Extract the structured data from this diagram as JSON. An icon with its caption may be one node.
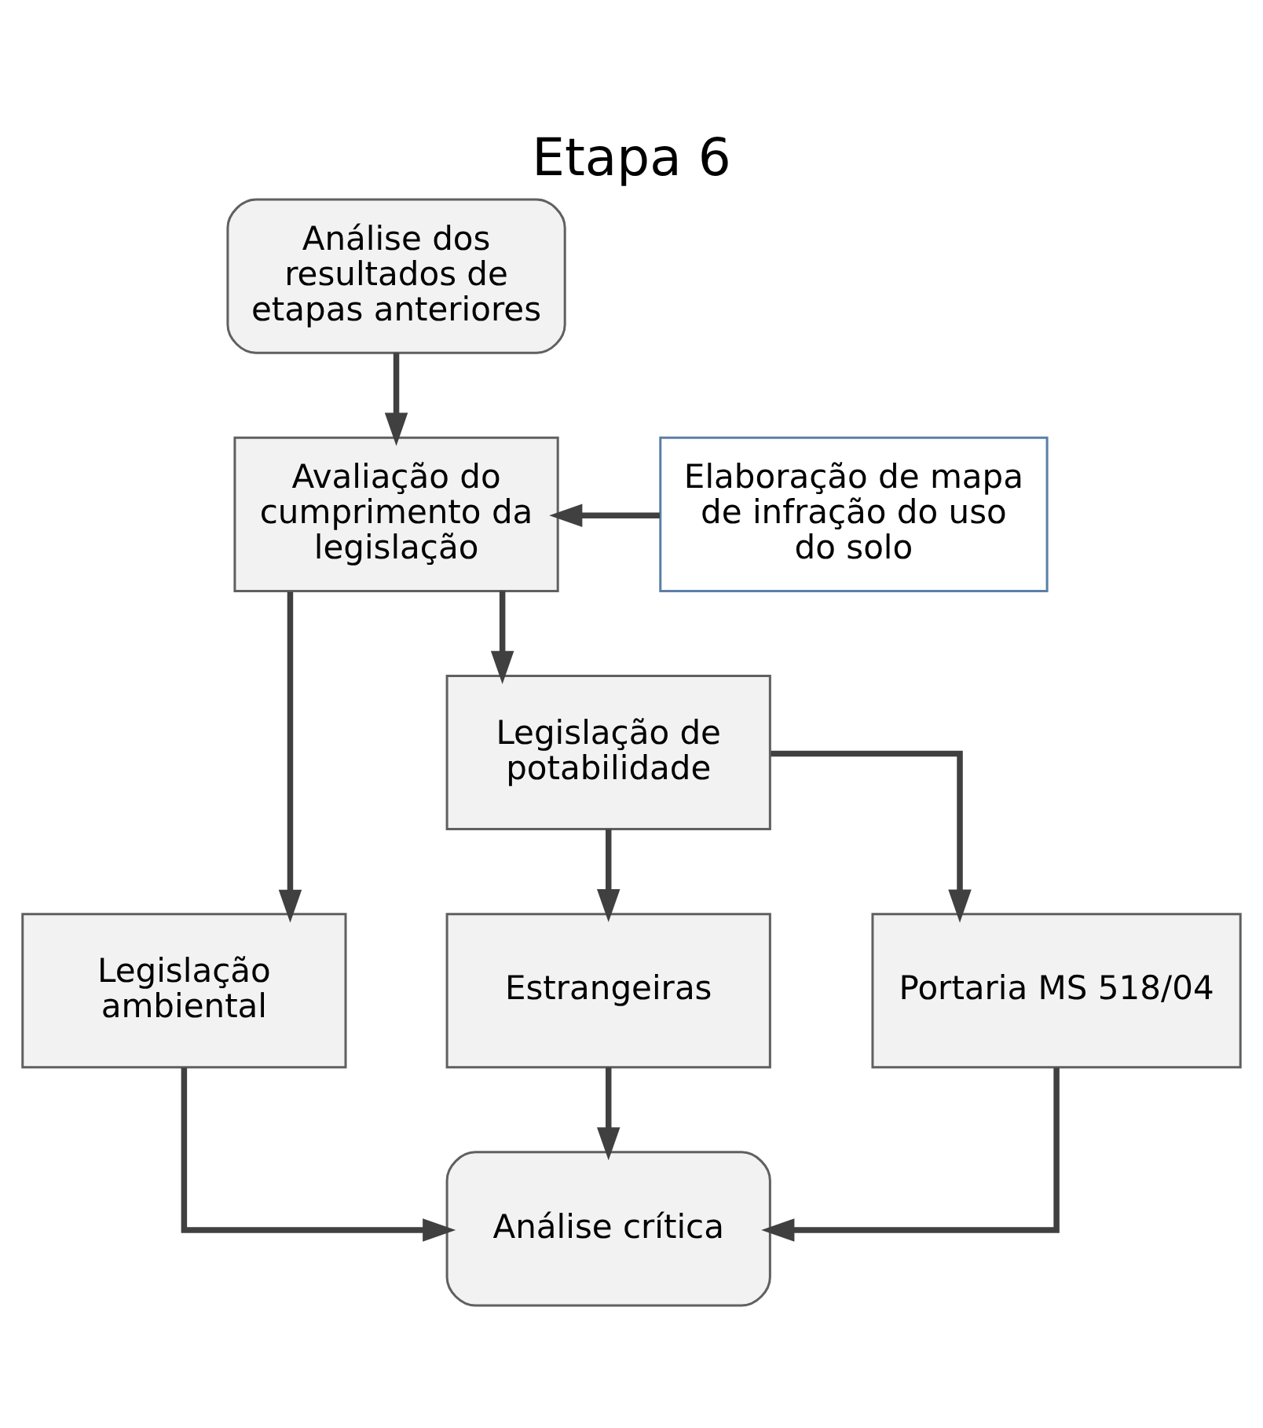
{
  "diagram": {
    "title": "Etapa 6",
    "nodes": [
      {
        "text": [
          "Análise dos resultados de etapas anteriores"
        ]
      },
      {
        "text": [
          "Elaboração de mapa de infração do uso do solo"
        ]
      },
      {
        "text": [
          "Avaliação do cumprimento da legislação"
        ]
      },
      {
        "text": [
          "Legislação ambiental"
        ]
      },
      {
        "text": [
          "Legislação de potabilidade"
        ]
      },
      {
        "text": [
          "Estrangeiras"
        ]
      },
      {
        "text": [
          "Portaria MS 518/04"
        ]
      },
      {
        "text": [
          "Análise crítica"
        ]
      }
    ],
    "edges": [
      {
        "from": 0,
        "to": 2,
        "arrow": "to"
      },
      {
        "from": 1,
        "to": 2,
        "arrow": "to"
      },
      {
        "from": 2,
        "to": 3,
        "arrow": "to"
      },
      {
        "from": 2,
        "to": 4,
        "arrow": "to"
      },
      {
        "from": 4,
        "to": 5,
        "arrow": "to"
      },
      {
        "from": 4,
        "to": 6,
        "arrow": "to"
      },
      {
        "from": 3,
        "to": 7,
        "arrow": "to"
      },
      {
        "from": 5,
        "to": 7,
        "arrow": "to"
      },
      {
        "from": 6,
        "to": 7,
        "arrow": "to"
      }
    ]
  }
}
